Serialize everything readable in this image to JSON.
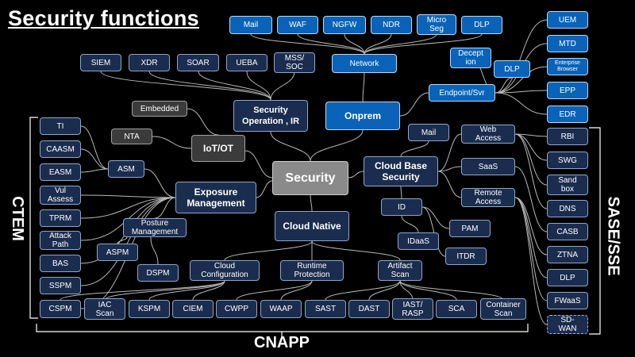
{
  "title": "Security functions",
  "labels": {
    "ctem": "CTEM",
    "sase": "SASE/SSE",
    "cnapp": "CNAPP"
  },
  "nodes": {
    "security": "Security",
    "mail_top": "Mail",
    "waf": "WAF",
    "ngfw": "NGFW",
    "ndr": "NDR",
    "microseg": "Micro\nSeg",
    "dlp_top": "DLP",
    "network": "Network",
    "siem": "SIEM",
    "xdr": "XDR",
    "soar": "SOAR",
    "ueba": "UEBA",
    "mss": "MSS/\nSOC",
    "secop": "Security\nOperation , IR",
    "onprem": "Onprem",
    "deception": "Decept\nion",
    "dlp_ep": "DLP",
    "endpoint": "Endpoint/Svr",
    "uem": "UEM",
    "mtd": "MTD",
    "entbrowser": "Enterprise\nBrowser",
    "epp": "EPP",
    "edr": "EDR",
    "embedded": "Embedded",
    "nta": "NTA",
    "iot": "IoT/OT",
    "ti": "TI",
    "caasm": "CAASM",
    "easm": "EASM",
    "asm": "ASM",
    "vul": "Vul\nAssess",
    "exposure": "Exposure\nManagement",
    "tprm": "TPRM",
    "attack": "Attack\nPath",
    "posture": "Posture\nManagement",
    "bas": "BAS",
    "aspm": "ASPM",
    "dspm": "DSPM",
    "sspm": "SSPM",
    "mail_cloud": "Mail",
    "cloudbase": "Cloud Base\nSecurity",
    "webaccess": "Web\nAccess",
    "saas": "SaaS",
    "remote": "Remote\nAccess",
    "id": "ID",
    "pam": "PAM",
    "idaas": "IDaaS",
    "itdr": "ITDR",
    "rbi": "RBI",
    "swg": "SWG",
    "sandbox": "Sand\nbox",
    "dns": "DNS",
    "casb": "CASB",
    "ztna": "ZTNA",
    "dlp_sase": "DLP",
    "fwaas": "FWaaS",
    "sdwan": "SD-\nWAN",
    "cloudnative": "Cloud Native",
    "cloudconfig": "Cloud\nConfiguration",
    "runtime": "Runtime\nProtection",
    "artifact": "Artifact\nScan",
    "cspm": "CSPM",
    "iac": "IAC\nScan",
    "kspm": "KSPM",
    "ciem": "CIEM",
    "cwpp": "CWPP",
    "waap": "WAAP",
    "sast": "SAST",
    "dast": "DAST",
    "iast": "IAST/\nRASP",
    "sca": "SCA",
    "container": "Container\nScan"
  },
  "colors": {
    "navy": "#1b2d4f",
    "blue": "#0a63b8",
    "grey": "#3b3b3b",
    "center": "#8a8a8a",
    "line": "#b8b8b8"
  }
}
